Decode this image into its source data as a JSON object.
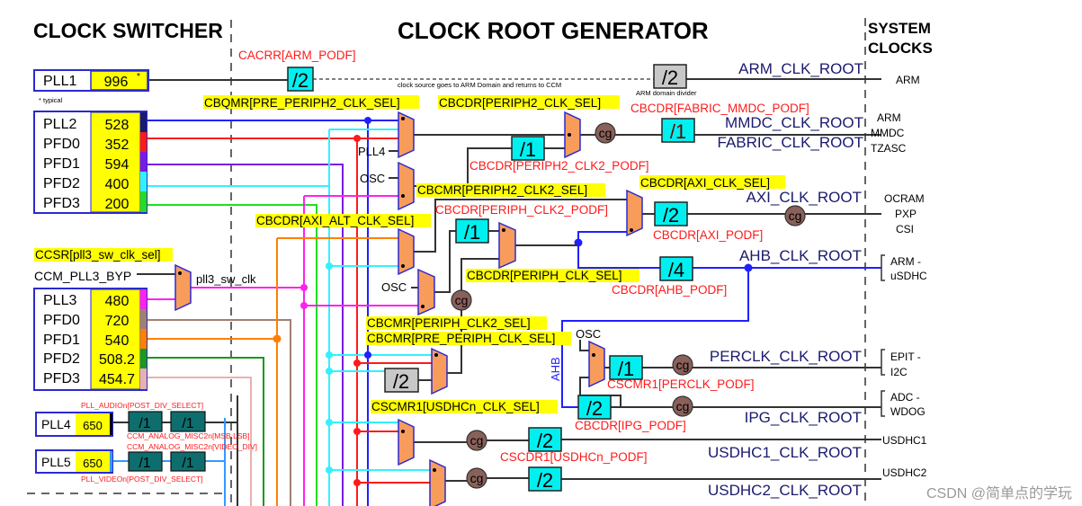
{
  "headings": {
    "switcher": "CLOCK SWITCHER",
    "generator": "CLOCK ROOT GENERATOR",
    "system1": "SYSTEM",
    "system2": "CLOCKS"
  },
  "colors": {
    "mux": "#f89c5c",
    "divider": "#00f0f0",
    "clock_gate": "#8a605a",
    "select_highlight": "#ffff00",
    "podf_text": "#ff1a1a",
    "root_text": "#1a1a6e"
  },
  "pll1": {
    "name": "PLL1",
    "value": "996",
    "mark": "*",
    "note": "* typical"
  },
  "pll2": {
    "rows": [
      {
        "name": "PLL2",
        "value": "528",
        "color": "#1a1a6e"
      },
      {
        "name": "PFD0",
        "value": "352",
        "color": "#ff1a1a"
      },
      {
        "name": "PFD1",
        "value": "594",
        "color": "#7a1ae6"
      },
      {
        "name": "PFD2",
        "value": "400",
        "color": "#33f0ff"
      },
      {
        "name": "PFD3",
        "value": "200",
        "color": "#22dd22"
      }
    ]
  },
  "pll3": {
    "rows": [
      {
        "name": "PLL3",
        "value": "480",
        "color": "#ff22ee"
      },
      {
        "name": "PFD0",
        "value": "720",
        "color": "#a08070"
      },
      {
        "name": "PFD1",
        "value": "540",
        "color": "#ff8000"
      },
      {
        "name": "PFD2",
        "value": "508.2",
        "color": "#1a9a1a"
      },
      {
        "name": "PFD3",
        "value": "454.7",
        "color": "#e8b0b0"
      }
    ]
  },
  "pll4": {
    "name": "PLL4",
    "value": "650",
    "div1": "/1",
    "div2": "/1",
    "reg_top": "PLL_AUDIOn[POST_DIV_SELECT]",
    "reg_bottom": "CCM_ANALOG_MISC2n[MSB:LSB]"
  },
  "pll5": {
    "name": "PLL5",
    "value": "650",
    "div1": "/1",
    "div2": "/1",
    "reg_top": "CCM_ANALOG_MISC2n[VIDEO_DIV]",
    "reg_bottom": "PLL_VIDEOn[POST_DIV_SELECT]"
  },
  "labels": {
    "ccsr": "CCSR[pll3_sw_clk_sel]",
    "pll3_byp": "CCM_PLL3_BYP",
    "pll3_sw_clk": "pll3_sw_clk",
    "pll4_in": "PLL4",
    "osc1": "OSC",
    "osc2": "OSC",
    "osc3": "OSC",
    "ahb_vertical": "AHB",
    "arm_note": "clock source goes to ARM Domain and returns to CCM",
    "arm_div_note": "ARM domain divider"
  },
  "selects": {
    "pre_periph2": "CBQMR[PRE_PERIPH2_CLK_SEL]",
    "periph2": "CBCDR[PERIPH2_CLK_SEL]",
    "periph2_clk2": "CBCMR[PERIPH2_CLK2_SEL]",
    "axi": "CBCDR[AXI_CLK_SEL]",
    "axi_alt": "CBCDR[AXI_ALT_CLK_SEL]",
    "periph": "CBCDR[PERIPH_CLK_SEL]",
    "periph_clk2": "CBCMR[PERIPH_CLK2_SEL]",
    "pre_periph": "CBCMR[PRE_PERIPH_CLK_SEL]",
    "usdhc": "CSCMR1[USDHCn_CLK_SEL]"
  },
  "podfs": {
    "arm": "CACRR[ARM_PODF]",
    "fabric_mmdc": "CBCDR[FABRIC_MMDC_PODF]",
    "periph2_clk2": "CBCDR[PERIPH2_CLK2_PODF]",
    "periph_clk2": "CBCDR[PERIPH_CLK2_PODF]",
    "axi": "CBCDR[AXI_PODF]",
    "ahb": "CBCDR[AHB_PODF]",
    "perclk": "CSCMR1[PERCLK_PODF]",
    "ipg": "CBCDR[IPG_PODF]",
    "usdhc": "CSCDR1[USDHCn_PODF]"
  },
  "dividers": {
    "arm": "/2",
    "arm_domain": "/2",
    "periph2_clk2": "/1",
    "fabric_mmdc": "/1",
    "axi": "/2",
    "periph_clk2": "/1",
    "ahb": "/4",
    "pre_periph": "/2",
    "perclk": "/1",
    "ipg": "/2",
    "usdhc1": "/2",
    "usdhc2": "/2"
  },
  "clock_gate": "cg",
  "roots": {
    "arm": "ARM_CLK_ROOT",
    "mmdc": "MMDC_CLK_ROOT",
    "fabric": "FABRIC_CLK_ROOT",
    "axi": "AXI_CLK_ROOT",
    "ahb": "AHB_CLK_ROOT",
    "perclk": "PERCLK_CLK_ROOT",
    "ipg": "IPG_CLK_ROOT",
    "usdhc1": "USDHC1_CLK_ROOT",
    "usdhc2": "USDHC2_CLK_ROOT"
  },
  "system_clocks": {
    "arm": "ARM",
    "mmdc": [
      "ARM",
      "MMDC",
      "TZASC"
    ],
    "axi": [
      "OCRAM",
      "PXP",
      "CSI"
    ],
    "ahb": [
      "ARM -",
      "uSDHC"
    ],
    "perclk": [
      "EPIT -",
      "I2C"
    ],
    "ipg": [
      "ADC -",
      "WDOG"
    ],
    "usdhc1": "USDHC1",
    "usdhc2": "USDHC2"
  },
  "watermark": "CSDN @简单点的学玩"
}
